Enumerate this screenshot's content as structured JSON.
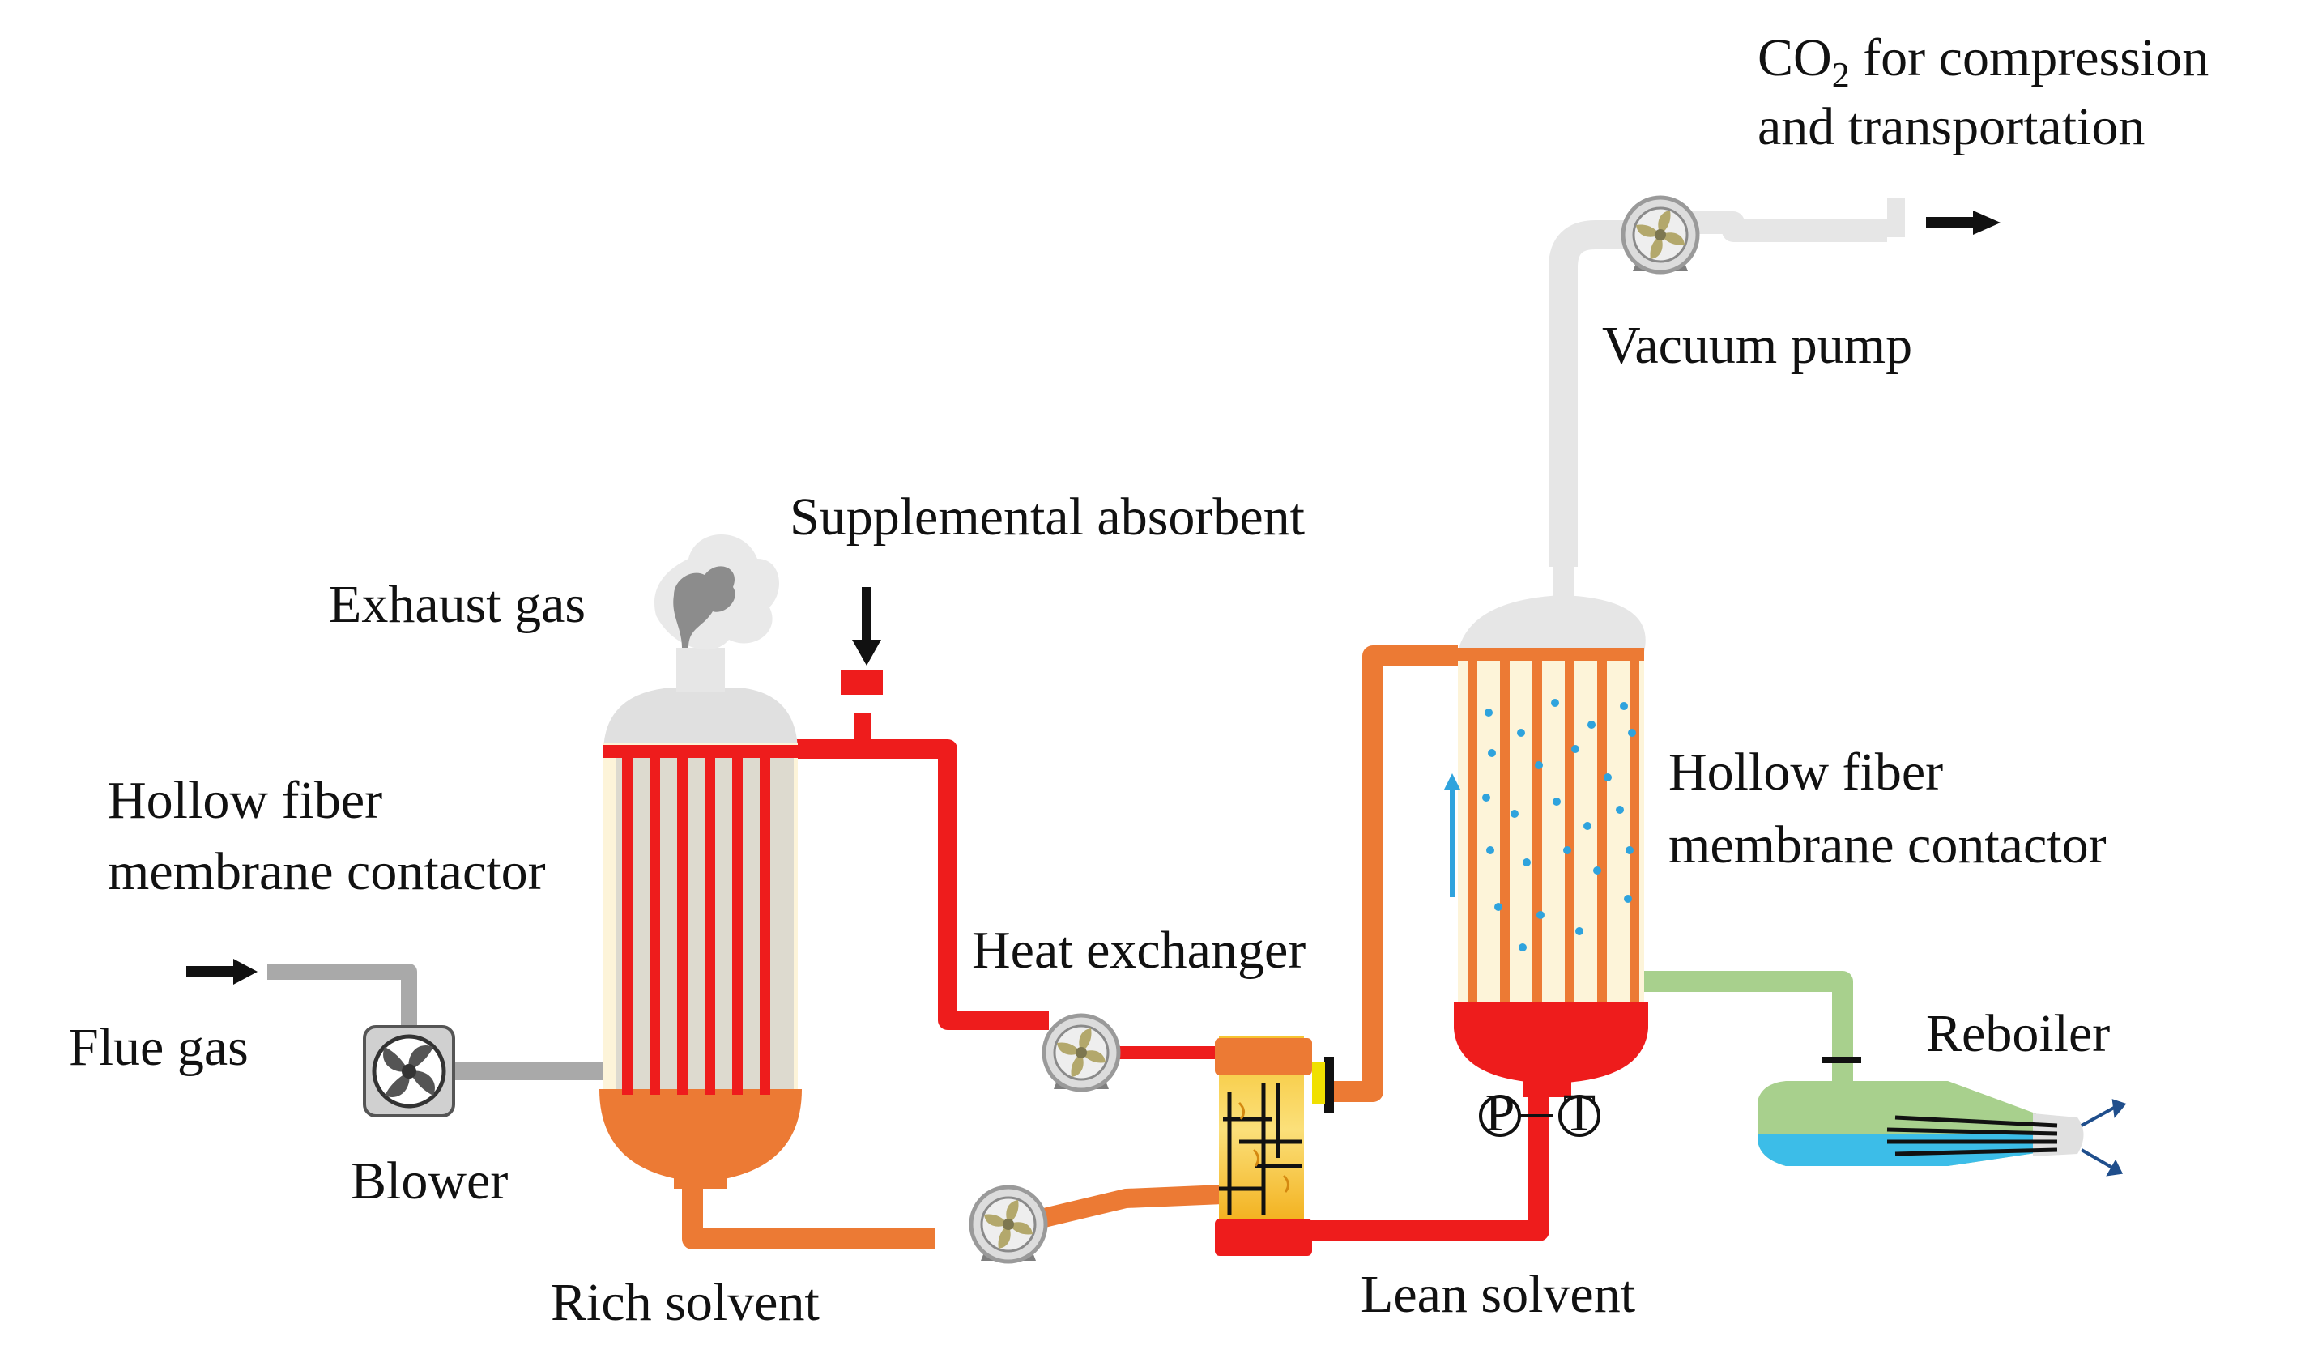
{
  "labels": {
    "co2_prefix": "CO",
    "co2_subscript": "2",
    "co2_line1_rest": " for compression",
    "co2_line2": "and transportation",
    "vacuum_pump": "Vacuum pump",
    "supplemental_absorbent": "Supplemental absorbent",
    "exhaust_gas": "Exhaust gas",
    "absorber_line1": "Hollow fiber",
    "absorber_line2": "membrane contactor",
    "stripper_line1": "Hollow fiber",
    "stripper_line2": "membrane contactor",
    "heat_exchanger": "Heat exchanger",
    "flue_gas": "Flue gas",
    "blower": "Blower",
    "reboiler": "Reboiler",
    "rich_solvent": "Rich solvent",
    "lean_solvent": "Lean solvent",
    "pressure_symbol": "P",
    "temperature_symbol": "T"
  },
  "colors": {
    "lean_solvent": "#ee1c1c",
    "rich_solvent": "#ec7a34",
    "gas_pipe": "#a9a9a9",
    "co2_pipe": "#e6e6e6",
    "condensate_pipe": "#a8d08d",
    "membrane_fill": "#fdf4d9",
    "bubble": "#2fa3dd",
    "reboiler_liquid": "#3cbde8",
    "arrow": "#111111"
  }
}
